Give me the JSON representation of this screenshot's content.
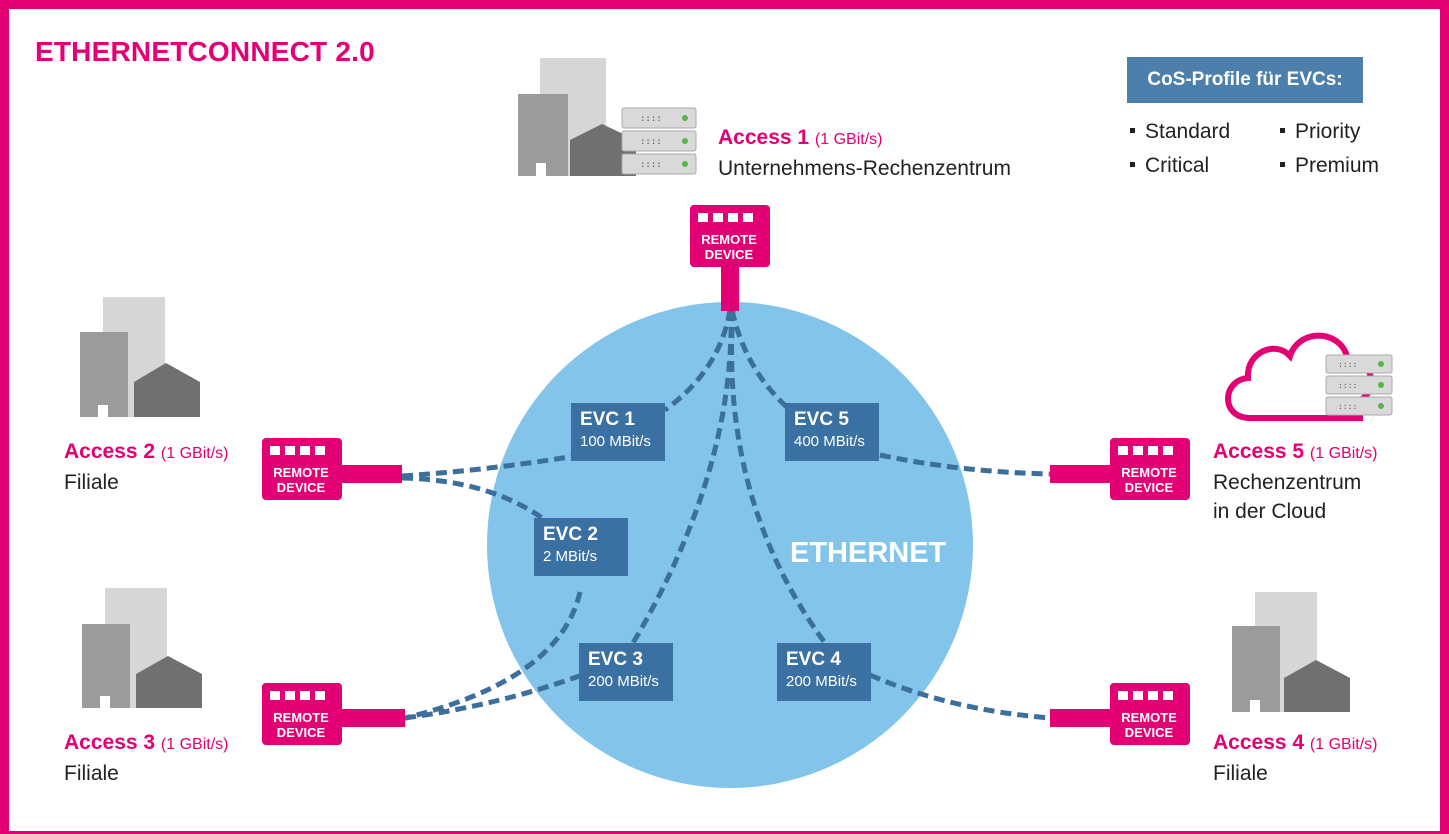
{
  "title": "ETHERNETCONNECT 2.0",
  "cos": {
    "header": "CoS-Profile für EVCs:",
    "items": [
      "Standard",
      "Priority",
      "Critical",
      "Premium"
    ]
  },
  "accesses": [
    {
      "name": "Access 1",
      "speed": "(1 GBit/s)",
      "desc": [
        "Unternehmens-Rechenzentrum"
      ]
    },
    {
      "name": "Access 2",
      "speed": "(1 GBit/s)",
      "desc": [
        "Filiale"
      ]
    },
    {
      "name": "Access 3",
      "speed": "(1 GBit/s)",
      "desc": [
        "Filiale"
      ]
    },
    {
      "name": "Access 4",
      "speed": "(1 GBit/s)",
      "desc": [
        "Filiale"
      ]
    },
    {
      "name": "Access 5",
      "speed": "(1 GBit/s)",
      "desc": [
        "Rechenzentrum",
        "in der Cloud"
      ]
    }
  ],
  "remote_device_label": [
    "REMOTE",
    "DEVICE"
  ],
  "evcs": [
    {
      "name": "EVC 1",
      "rate": "100 MBit/s"
    },
    {
      "name": "EVC 2",
      "rate": "2 MBit/s"
    },
    {
      "name": "EVC 3",
      "rate": "200 MBit/s"
    },
    {
      "name": "EVC 4",
      "rate": "200 MBit/s"
    },
    {
      "name": "EVC 5",
      "rate": "400 MBit/s"
    }
  ],
  "network_label": "ETHERNET",
  "colors": {
    "magenta": "#e20074",
    "evc_blue": "#3b70a3",
    "cloud_circle": "#82c4ea",
    "dash_line": "#3d6f9c"
  }
}
